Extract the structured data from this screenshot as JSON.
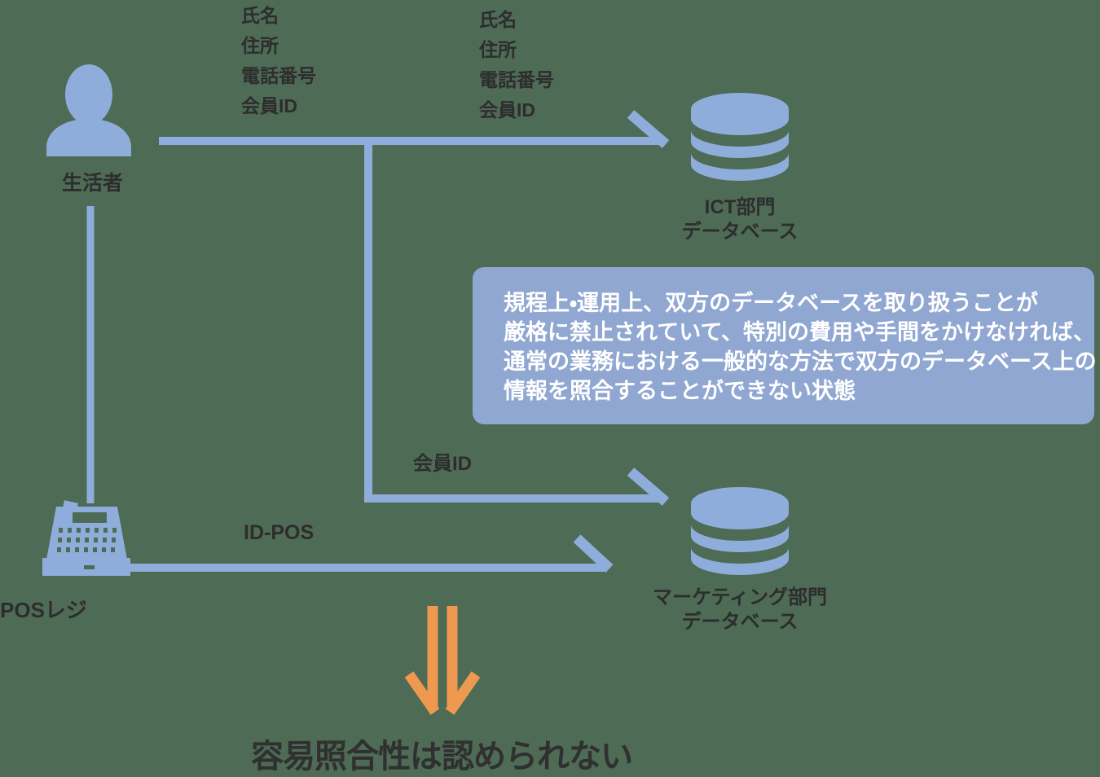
{
  "colors": {
    "background": "#4e6b55",
    "primary_blue": "#8fadda",
    "notice_blue": "#90a7d2",
    "arrow_orange": "#ef9950",
    "text_dark": "#2d2d2d",
    "text_white": "#ffffff"
  },
  "consumer": {
    "label": "生活者"
  },
  "consumer_attributes": {
    "items": [
      "氏名",
      "住所",
      "電話番号",
      "会員ID"
    ]
  },
  "ict_attributes": {
    "items": [
      "氏名",
      "住所",
      "電話番号",
      "会員ID"
    ]
  },
  "ict_database": {
    "name_line1": "ICT部門",
    "name_line2": "データベース"
  },
  "marketing_database": {
    "name_line1": "マーケティング部門",
    "name_line2": "データベース"
  },
  "notice": {
    "lines": [
      "規程上・運用上、双方のデータベースを取り扱うことが",
      "厳格に禁止されていて、特別の費用や手間をかけなければ、",
      "通常の業務における一般的な方法で双方のデータベース上の",
      "情報を照合することができない状態"
    ]
  },
  "flows": {
    "member_id": "会員ID",
    "id_pos": "ID-POS"
  },
  "pos_register": {
    "label": "POSレジ"
  },
  "conclusion": {
    "label": "容易照合性は認められない"
  },
  "icons": {
    "person_icon": "person-silhouette",
    "database_icon": "cylinder-stack",
    "cash_register_icon": "cash-register",
    "double_down_arrow_icon": "⇓"
  }
}
